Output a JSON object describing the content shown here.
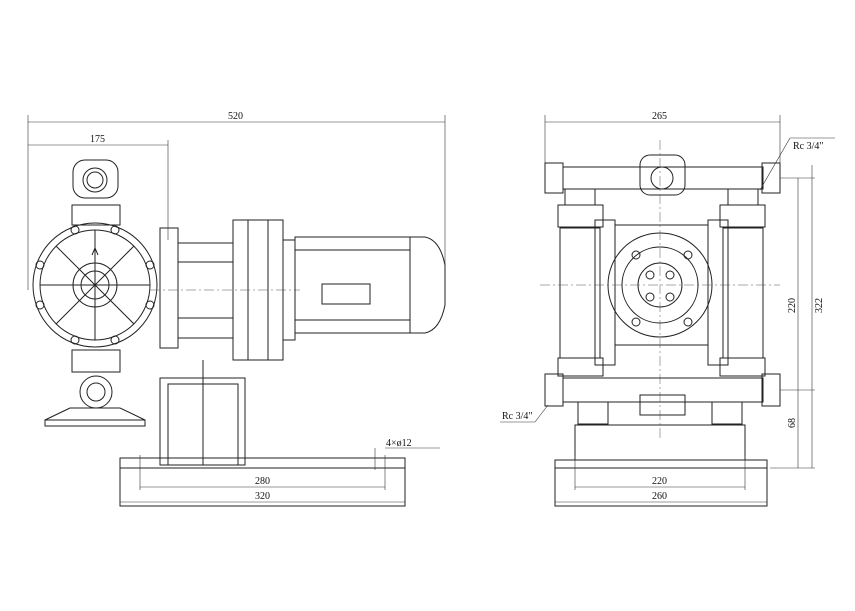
{
  "side_view": {
    "dim_total_length": "520",
    "dim_pump_width": "175",
    "dim_mount_holes": "4×ø12",
    "dim_base_inner": "280",
    "dim_base_outer": "320"
  },
  "front_view": {
    "dim_width": "265",
    "outlet_thread": "Rc 3/4\"",
    "inlet_thread": "Rc 3/4\"",
    "dim_port_spacing": "220",
    "dim_total_height": "322",
    "dim_inlet_height": "68",
    "dim_base_inner": "220",
    "dim_base_outer": "260"
  }
}
